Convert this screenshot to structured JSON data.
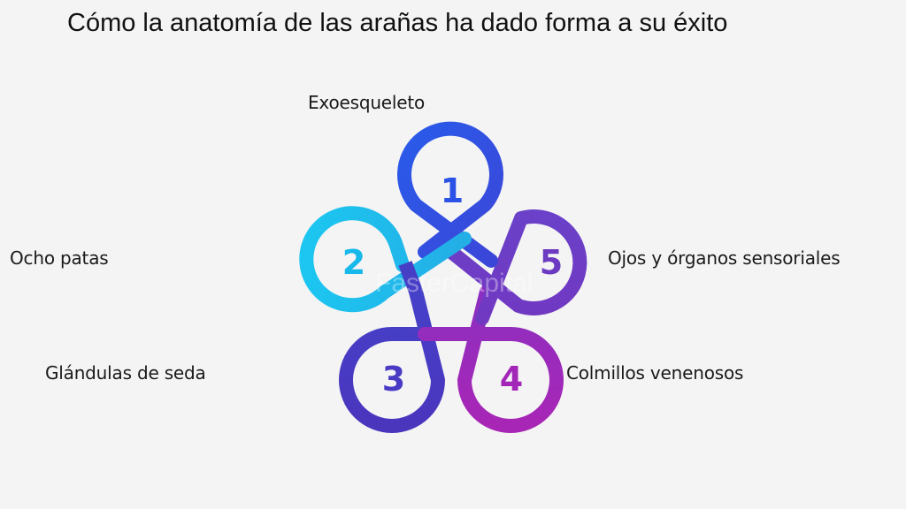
{
  "title": "Cómo la anatomía de las arañas ha dado forma a su éxito",
  "watermark": "FasterCapital",
  "items": [
    {
      "number": "1",
      "label": "Exoesqueleto",
      "color": "#2b52e6"
    },
    {
      "number": "2",
      "label": "Ocho patas",
      "color": "#17b8ea"
    },
    {
      "number": "3",
      "label": "Glándulas de seda",
      "color": "#4a3bc4"
    },
    {
      "number": "4",
      "label": "Colmillos venenosos",
      "color": "#a227b8"
    },
    {
      "number": "5",
      "label": "Ojos y órganos sensoriales",
      "color": "#6c3bc2"
    }
  ]
}
